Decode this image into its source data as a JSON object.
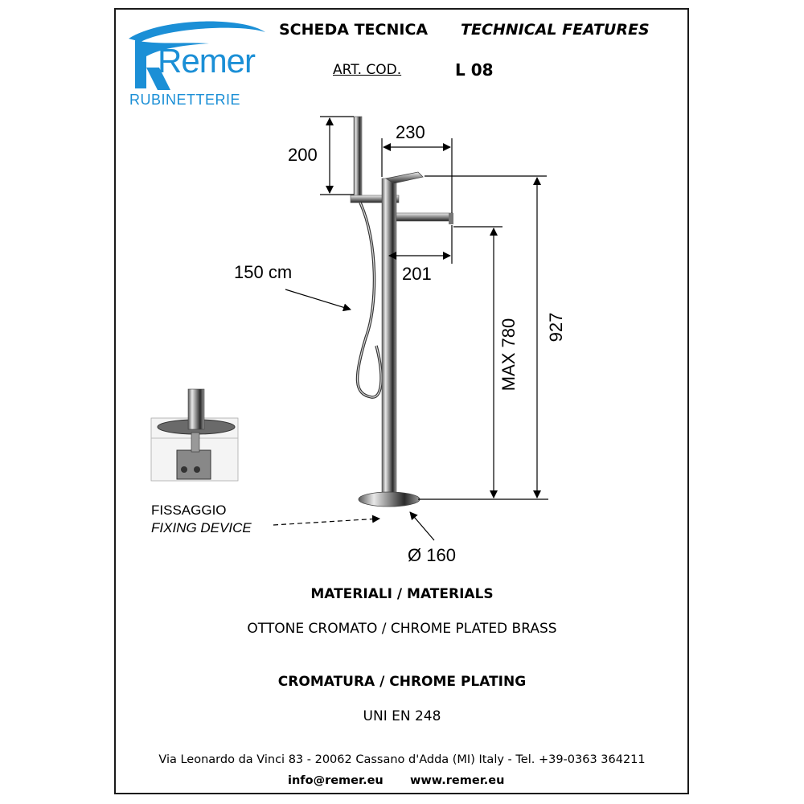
{
  "brand": {
    "logo_text": "Remer",
    "subtitle": "RUBINETTERIE",
    "color": "#1b8fd6"
  },
  "header": {
    "title_it": "SCHEDA TECNICA",
    "title_en": "TECHNICAL FEATURES",
    "art_label": "ART. COD.",
    "art_value": "L 08"
  },
  "dimensions": {
    "handshower_height": "200",
    "spout_total": "230",
    "spout_reach": "201",
    "hose_length": "150 cm",
    "max_spout_height": "MAX 780",
    "total_height": "927",
    "base_diameter": "Ø 160"
  },
  "fixing": {
    "label_it": "FISSAGGIO",
    "label_en": "FIXING DEVICE"
  },
  "materials": {
    "title": "MATERIALI / MATERIALS",
    "value": "OTTONE CROMATO / CHROME PLATED BRASS"
  },
  "plating": {
    "title": "CROMATURA / CHROME PLATING",
    "value": "UNI EN 248"
  },
  "footer": {
    "address": "Via Leonardo da Vinci 83 - 20062 Cassano d'Adda (MI) Italy - Tel. +39-0363 364211",
    "email": "info@remer.eu",
    "website": "www.remer.eu"
  }
}
